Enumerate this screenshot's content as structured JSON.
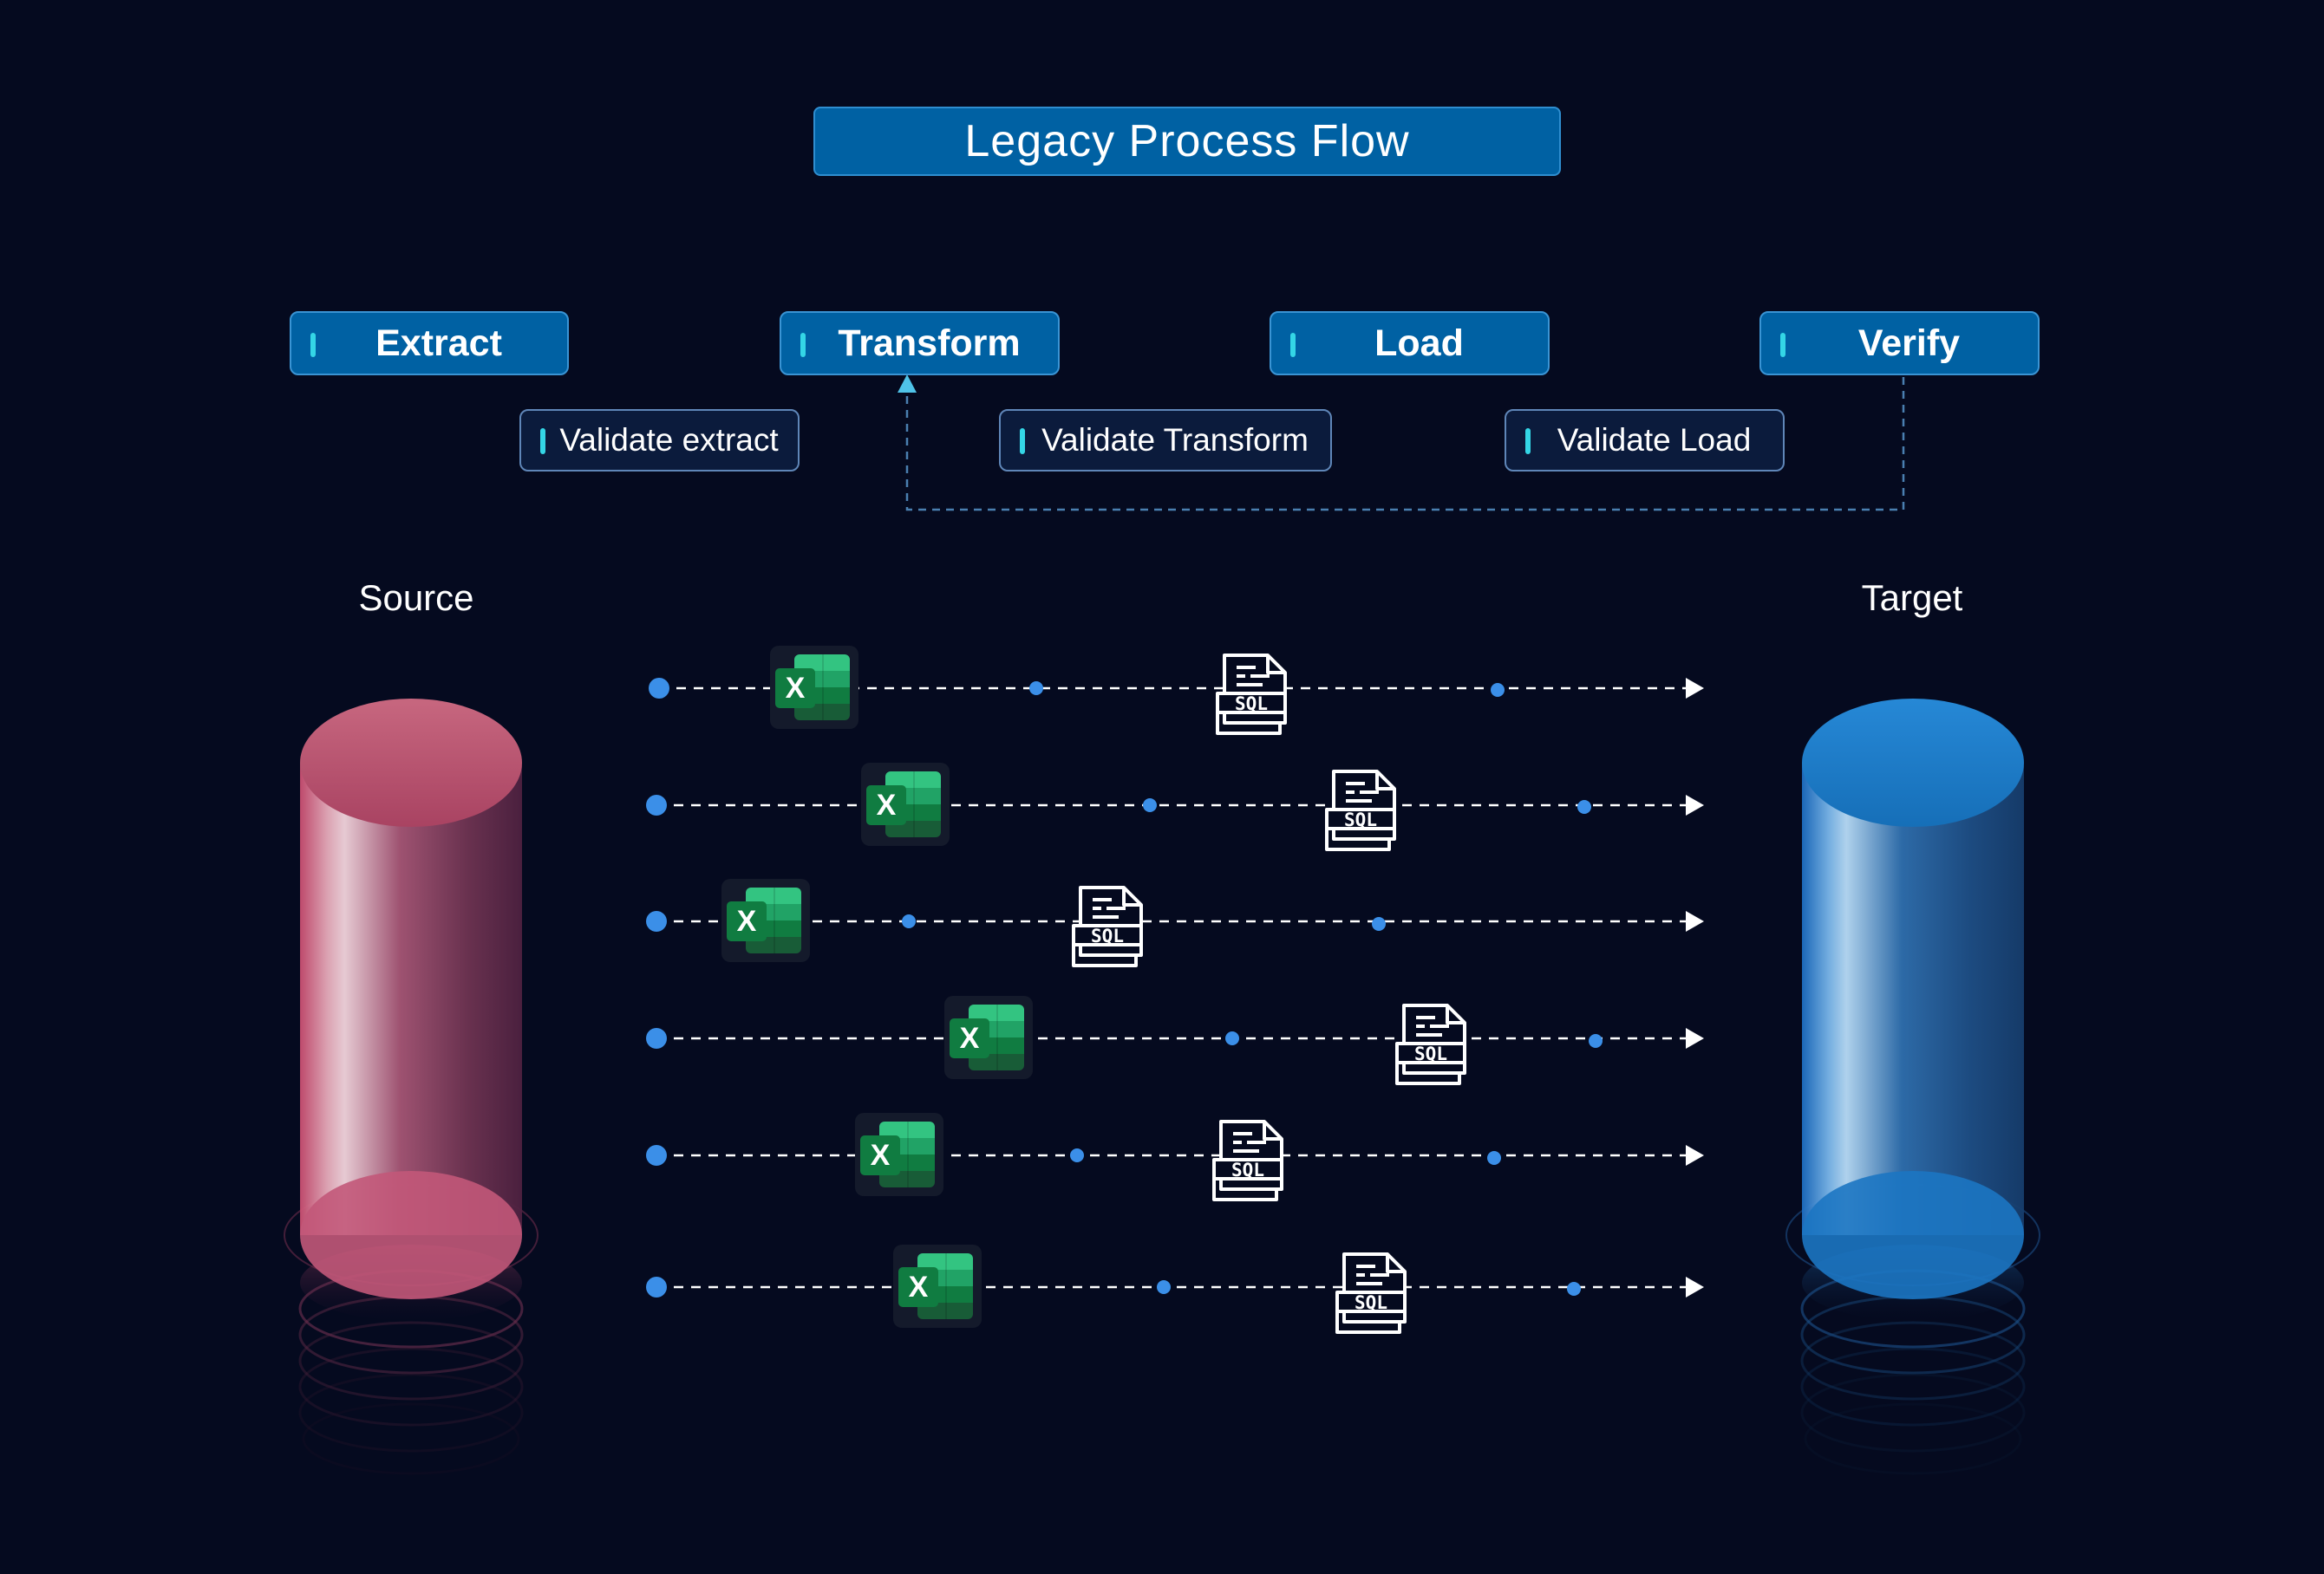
{
  "title": "Legacy Process Flow",
  "steps": [
    {
      "label": "Extract"
    },
    {
      "label": "Transform"
    },
    {
      "label": "Load"
    },
    {
      "label": "Verify"
    }
  ],
  "validations": [
    {
      "label": "Validate extract"
    },
    {
      "label": "Validate Transform"
    },
    {
      "label": "Validate Load"
    }
  ],
  "source": {
    "label": "Source",
    "color": "#c45a78"
  },
  "target": {
    "label": "Target",
    "color": "#1f7fc7"
  },
  "sql_icon_text": "SQL",
  "excel_icon_text": "X",
  "colors": {
    "background": "#050a1f",
    "step_fill": "#0061a3",
    "accent_bar": "#34d6e6",
    "dot": "#3b8fe8",
    "dashed_line": "#ffffff",
    "feedback_line": "#4a7fb0"
  }
}
